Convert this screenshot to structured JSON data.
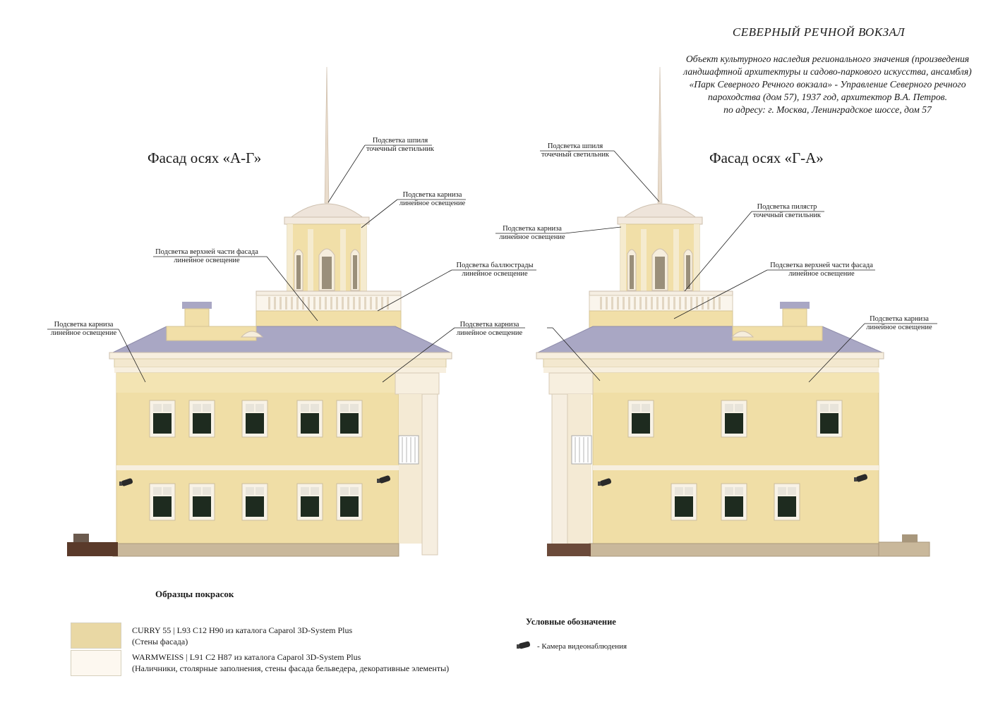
{
  "header": {
    "title": "СЕВЕРНЫЙ РЕЧНОЙ ВОКЗАЛ",
    "description": [
      "Объект культурного наследия регионального значения (произведения",
      "ландшафтной архитектуры и садово-паркового искусства, ансамбля)",
      "«Парк Северного Речного вокзала» - Управление Северного речного",
      "пароходства (дом 57), 1937 год, архитектор В.А. Петров.",
      "по адресу: г. Москва, Ленинградское шоссе, дом 57"
    ]
  },
  "facade_left": {
    "title": "Фасад осях «А-Г»",
    "labels": {
      "spire": [
        "Подсветка шпиля",
        "точечный светильник"
      ],
      "cornice_top": [
        "Подсветка карниза",
        "линейное освещение"
      ],
      "upper": [
        "Подсветка верхней части фасада",
        "линейное освещение"
      ],
      "balustrade": [
        "Подсветка баллюстрады",
        "линейное освещение"
      ],
      "cornice_left": [
        "Подсветка карниза",
        "линейное освещение"
      ],
      "cornice_right": [
        "Подсветка карниза",
        "линейное освещение"
      ]
    }
  },
  "facade_right": {
    "title": "Фасад осях «Г-А»",
    "labels": {
      "spire": [
        "Подсветка шпиля",
        "точечный светильник"
      ],
      "cornice_top": [
        "Подсветка карниза",
        "линейное освещение"
      ],
      "pilasters": [
        "Подсветка пилястр",
        "точечный светильник"
      ],
      "upper": [
        "Подсветка верхней части фасада",
        "линейное освещение"
      ],
      "cornice_right": [
        "Подсветка карниза",
        "линейное освещение"
      ]
    }
  },
  "swatches": {
    "heading": "Образцы покрасок",
    "items": [
      {
        "color": "#e9d8a4",
        "line1": "CURRY 55 | L93 C12 H90 из каталога Caparol 3D-System Plus",
        "line2": "(Стены фасада)"
      },
      {
        "color": "#fdf8f0",
        "line1": "WARMWEISS | L91 C2 H87 из каталога Caparol 3D-System Plus",
        "line2": "(Наличники, столярные заполнения, стены фасада бельведера, декоративные элементы)"
      }
    ]
  },
  "legend": {
    "heading": "Условные обозначение",
    "camera": "- Камера видеонаблюдения"
  },
  "colors": {
    "wall": "#f0dea6",
    "trim": "#f7efdf",
    "roof": "#a9a7c4",
    "plinth": "#c9b89b",
    "window": "#1d2a1e"
  }
}
